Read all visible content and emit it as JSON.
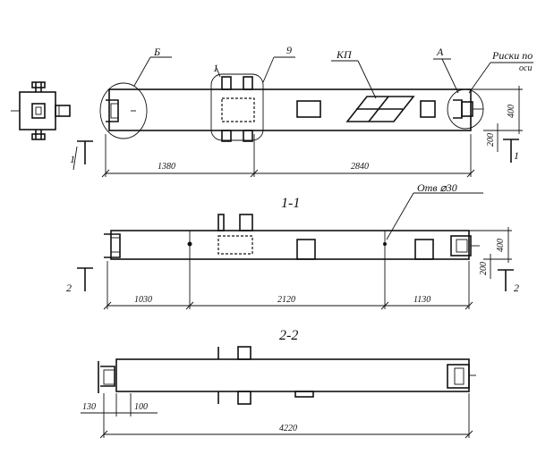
{
  "callouts": {
    "detail_b": "Б",
    "detail_1": "1",
    "detail_9": "9",
    "kp": "КП",
    "detail_a": "А",
    "risk_axis_line1": "Риски по",
    "risk_axis_line2": "оси",
    "hole": "Отв ⌀30"
  },
  "sections": {
    "s11_title": "1-1",
    "s22_title": "2-2",
    "cut1_left": "1",
    "cut1_right": "1",
    "cut2_left": "2",
    "cut2_right": "2"
  },
  "dimensions": {
    "top_left": "1380",
    "top_right": "2840",
    "top_height": "400",
    "top_height_small": "200",
    "mid_left": "1030",
    "mid_center": "2120",
    "mid_right": "1130",
    "mid_height": "400",
    "mid_height_small": "200",
    "bot_left_a": "130",
    "bot_left_b": "100",
    "bot_total": "4220"
  }
}
